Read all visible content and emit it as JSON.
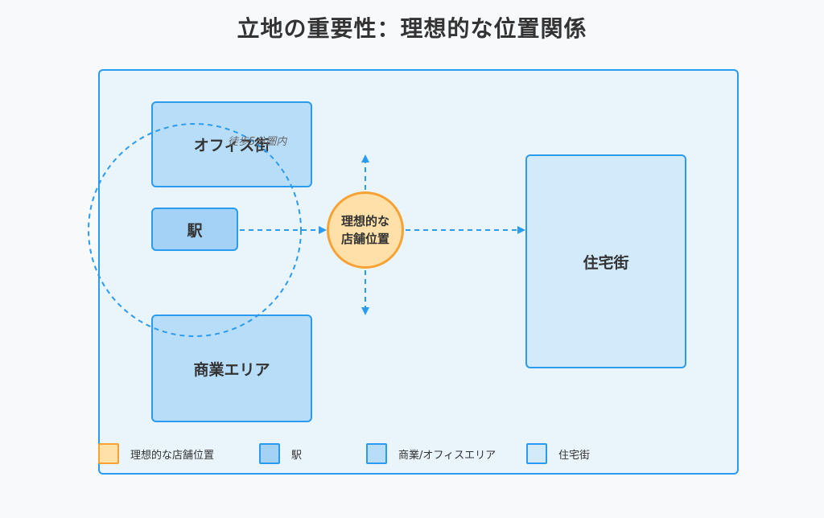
{
  "title": "立地の重要性：理想的な位置関係",
  "areas": {
    "office": "オフィス街",
    "station": "駅",
    "commercial": "商業エリア",
    "residential": "住宅街"
  },
  "ideal": {
    "line1": "理想的な",
    "line2": "店舗位置"
  },
  "walk_circle_label": "徒歩5分圏内",
  "legend": [
    {
      "label": "理想的な店舗位置",
      "color": "#ffe0a8",
      "border": "#f7a235"
    },
    {
      "label": "駅",
      "color": "#a4d2f6",
      "border": "#2b9bef"
    },
    {
      "label": "商業/オフィスエリア",
      "color": "#b8ddf8",
      "border": "#2b9bef"
    },
    {
      "label": "住宅街",
      "color": "#d3eafb",
      "border": "#2b9bef"
    }
  ],
  "colors": {
    "accent": "#2b9bef",
    "ideal_fill": "#ffe0a8",
    "ideal_border": "#f7a235"
  }
}
